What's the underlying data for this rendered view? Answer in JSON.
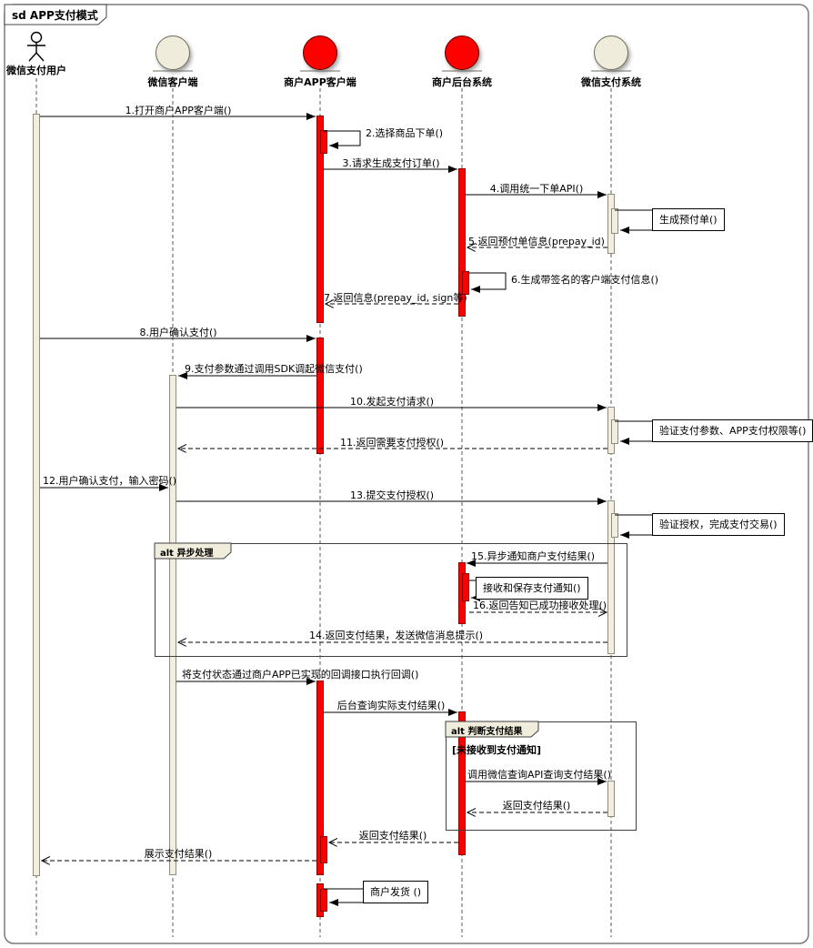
{
  "diagram": {
    "title": "sd APP支付模式",
    "type": "uml-sequence"
  },
  "lifelines": [
    {
      "name": "微信支付用户",
      "kind": "actor"
    },
    {
      "name": "微信客户端",
      "kind": "entity",
      "color": "tan"
    },
    {
      "name": "商户APP客户端",
      "kind": "entity",
      "color": "red"
    },
    {
      "name": "商户后台系统",
      "kind": "entity",
      "color": "red"
    },
    {
      "name": "微信支付系统",
      "kind": "entity",
      "color": "tan"
    }
  ],
  "messages": [
    {
      "label": "1.打开商户APP客户端()",
      "from": "微信支付用户",
      "to": "商户APP客户端",
      "kind": "sync"
    },
    {
      "label": "2.选择商品下单()",
      "from": "商户APP客户端",
      "to": "商户APP客户端",
      "kind": "self"
    },
    {
      "label": "3.请求生成支付订单()",
      "from": "商户APP客户端",
      "to": "商户后台系统",
      "kind": "sync"
    },
    {
      "label": "4.调用统一下单API()",
      "from": "商户后台系统",
      "to": "微信支付系统",
      "kind": "sync"
    },
    {
      "label": "生成预付单()",
      "from": "微信支付系统",
      "to": "微信支付系统",
      "kind": "self"
    },
    {
      "label": "5.返回预付单信息(prepay_id)",
      "from": "微信支付系统",
      "to": "商户后台系统",
      "kind": "return"
    },
    {
      "label": "6.生成带签名的客户端支付信息()",
      "from": "商户后台系统",
      "to": "商户后台系统",
      "kind": "self"
    },
    {
      "label": "7.返回信息(prepay_id, sign等)",
      "from": "商户后台系统",
      "to": "商户APP客户端",
      "kind": "return"
    },
    {
      "label": "8.用户确认支付()",
      "from": "微信支付用户",
      "to": "商户APP客户端",
      "kind": "sync"
    },
    {
      "label": "9.支付参数通过调用SDK调起微信支付()",
      "from": "商户APP客户端",
      "to": "微信客户端",
      "kind": "sync"
    },
    {
      "label": "10.发起支付请求()",
      "from": "微信客户端",
      "to": "微信支付系统",
      "kind": "sync"
    },
    {
      "label": "验证支付参数、APP支付权限等()",
      "from": "微信支付系统",
      "to": "微信支付系统",
      "kind": "self"
    },
    {
      "label": "11.返回需要支付授权()",
      "from": "微信支付系统",
      "to": "微信客户端",
      "kind": "return"
    },
    {
      "label": "12.用户确认支付，输入密码()",
      "from": "微信支付用户",
      "to": "微信客户端",
      "kind": "sync"
    },
    {
      "label": "13.提交支付授权()",
      "from": "微信客户端",
      "to": "微信支付系统",
      "kind": "sync"
    },
    {
      "label": "验证授权，完成支付交易()",
      "from": "微信支付系统",
      "to": "微信支付系统",
      "kind": "self"
    },
    {
      "label": "15.异步通知商户支付结果()",
      "from": "微信支付系统",
      "to": "商户后台系统",
      "kind": "sync"
    },
    {
      "label": "接收和保存支付通知()",
      "from": "商户后台系统",
      "to": "商户后台系统",
      "kind": "self"
    },
    {
      "label": "16.返回告知已成功接收处理()",
      "from": "商户后台系统",
      "to": "微信支付系统",
      "kind": "return"
    },
    {
      "label": "14.返回支付结果，发送微信消息提示()",
      "from": "微信支付系统",
      "to": "微信客户端",
      "kind": "return"
    },
    {
      "label": "将支付状态通过商户APP已实现的回调接口执行回调()",
      "from": "微信客户端",
      "to": "商户APP客户端",
      "kind": "sync"
    },
    {
      "label": "后台查询实际支付结果()",
      "from": "商户APP客户端",
      "to": "商户后台系统",
      "kind": "sync"
    },
    {
      "label": "调用微信查询API查询支付结果()",
      "from": "商户后台系统",
      "to": "微信支付系统",
      "kind": "sync"
    },
    {
      "label": "返回支付结果()",
      "from": "微信支付系统",
      "to": "商户后台系统",
      "kind": "return"
    },
    {
      "label": "返回支付结果()",
      "from": "商户后台系统",
      "to": "商户APP客户端",
      "kind": "return"
    },
    {
      "label": "展示支付结果()",
      "from": "商户APP客户端",
      "to": "微信支付用户",
      "kind": "return"
    },
    {
      "label": "商户发货 ()",
      "from": "商户APP客户端",
      "to": "商户APP客户端",
      "kind": "self"
    }
  ],
  "fragments": [
    {
      "operator": "alt",
      "title": "异步处理"
    },
    {
      "operator": "alt",
      "title": "判断支付结果",
      "guard": "[未接收到支付通知]"
    }
  ],
  "colors": {
    "activation_red": "#fd0000",
    "activation_tan": "#f2efe1",
    "head_red": "#fd0000",
    "head_tan": "#f0ecdb",
    "fragment_tab": "#f0eddc",
    "line": "#000000",
    "frame_border": "#7a7a7a"
  }
}
